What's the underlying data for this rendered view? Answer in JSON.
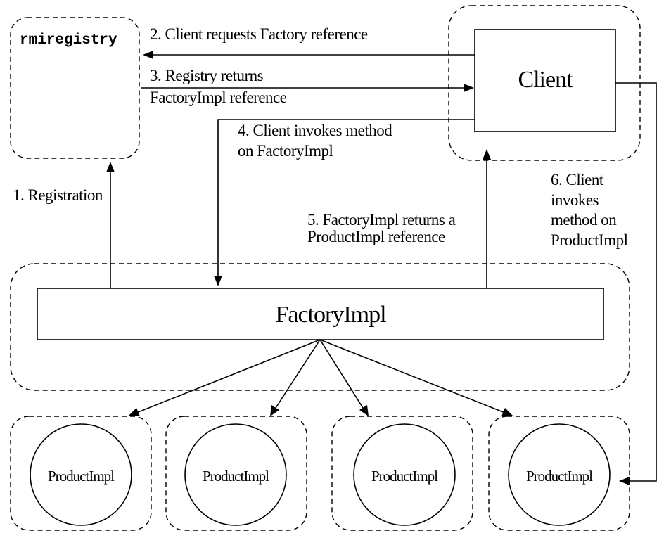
{
  "diagram": {
    "nodes": {
      "rmiregistry": "rmiregistry",
      "client": "Client",
      "factory": "FactoryImpl",
      "products": [
        "ProductImpl",
        "ProductImpl",
        "ProductImpl",
        "ProductImpl"
      ]
    },
    "steps": {
      "step1": [
        "1. Registration"
      ],
      "step2": [
        "2. Client requests Factory reference"
      ],
      "step3": [
        "3. Registry returns",
        "FactoryImpl reference"
      ],
      "step4": [
        "4. Client invokes method",
        "on FactoryImpl"
      ],
      "step5": [
        "5. FactoryImpl returns a",
        "ProductImpl reference"
      ],
      "step6": [
        "6. Client",
        "invokes",
        "method on",
        "ProductImpl"
      ]
    }
  }
}
